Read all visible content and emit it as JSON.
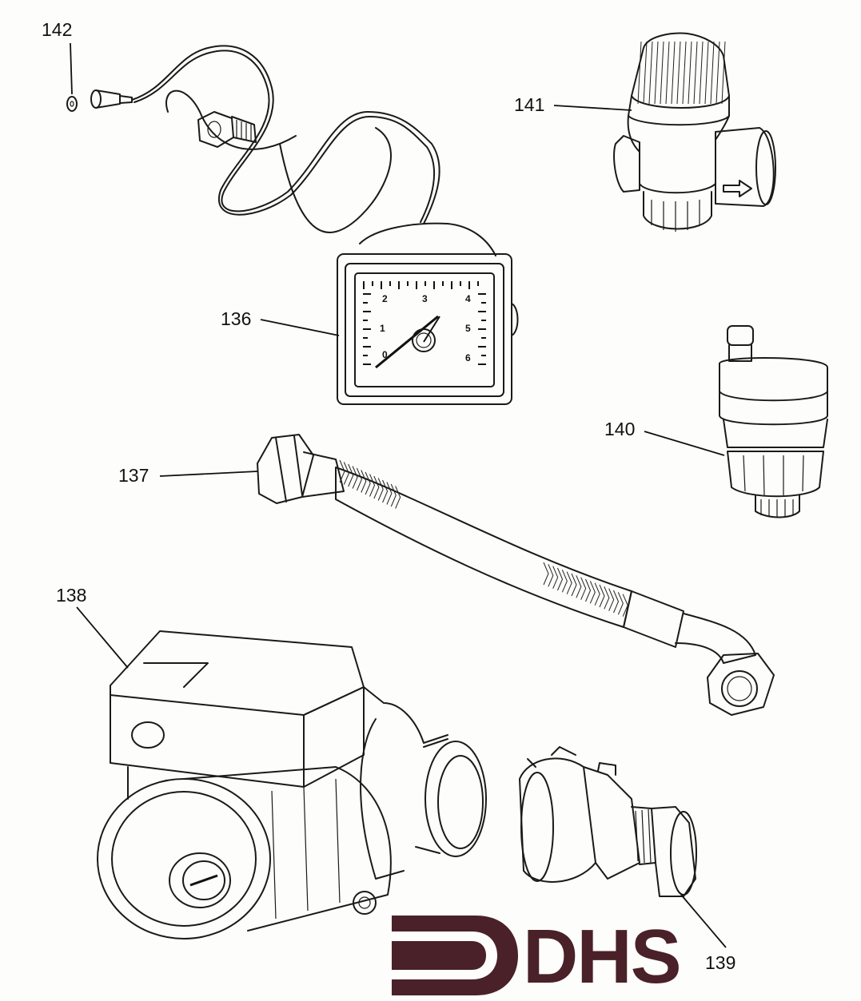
{
  "labels": {
    "l142": "142",
    "l141": "141",
    "l136": "136",
    "l140": "140",
    "l137": "137",
    "l138": "138",
    "l139": "139"
  },
  "gauge": {
    "scale": [
      "0",
      "1",
      "2",
      "3",
      "4",
      "5",
      "6"
    ]
  },
  "logo": {
    "text": "DHS",
    "color": "#4a2128"
  }
}
